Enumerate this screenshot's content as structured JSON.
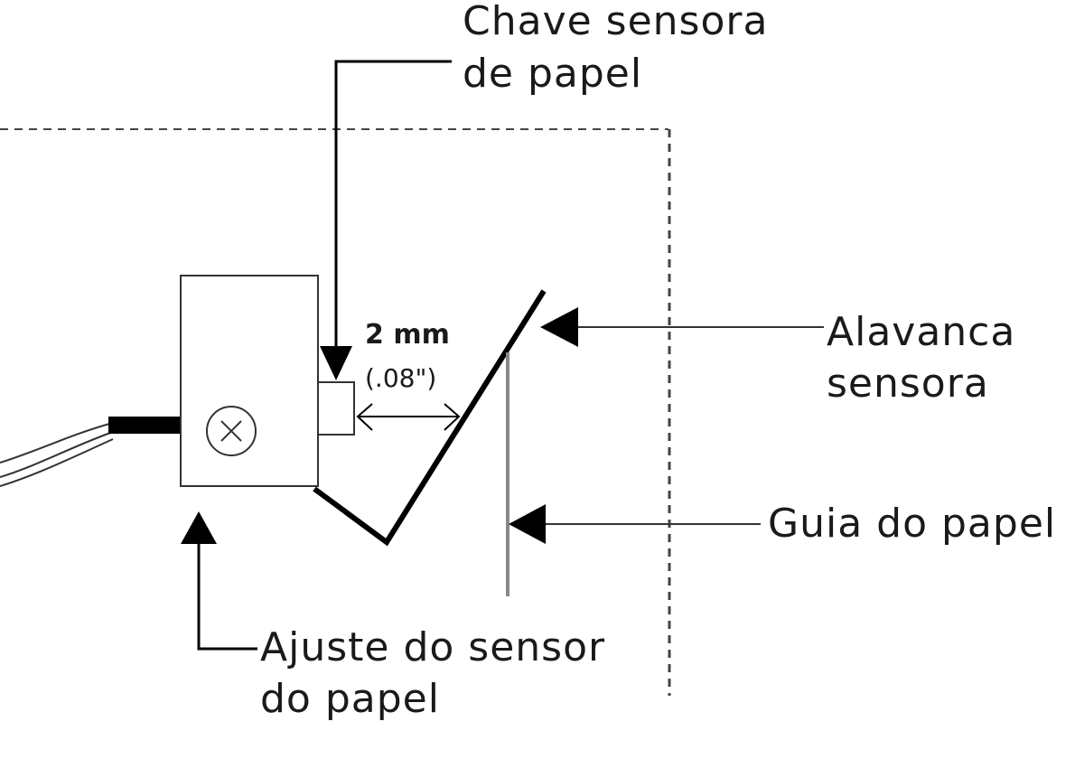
{
  "labels": {
    "switch_line1": "Chave sensora",
    "switch_line2": "de papel",
    "lever_line1": "Alavanca",
    "lever_line2": "sensora",
    "guide": "Guia do papel",
    "adjust_line1": "Ajuste do sensor",
    "adjust_line2": "do papel"
  },
  "dimension": {
    "metric": "2 mm",
    "imperial": "(.08\")"
  }
}
